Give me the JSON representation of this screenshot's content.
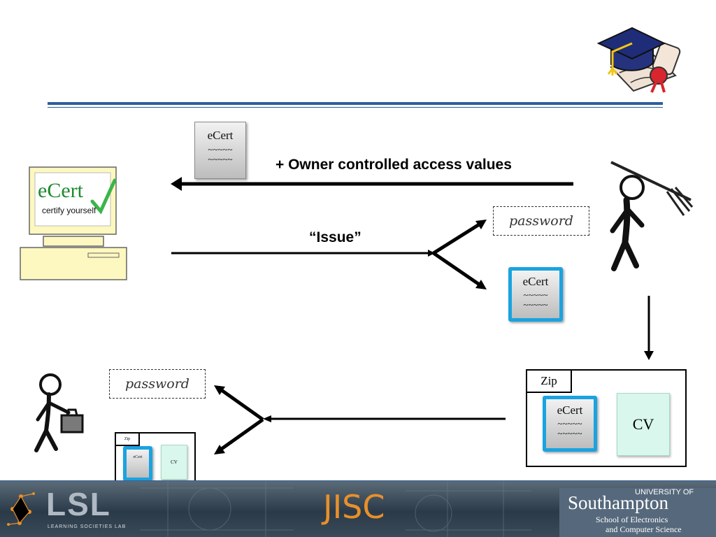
{
  "header": {
    "mortarboard_icon": "graduation-cap-diploma"
  },
  "server": {
    "logo_title": "eCert",
    "logo_tagline": "certify yourself"
  },
  "top_cert": {
    "title": "eCert",
    "line1": "~~~~~",
    "line2": "~~~~~"
  },
  "arrow_labels": {
    "owner_access": "+ Owner controlled access values",
    "issue": "“Issue”"
  },
  "issued": {
    "password": "password",
    "cert": {
      "title": "eCert",
      "line1": "~~~~~",
      "line2": "~~~~~"
    }
  },
  "zip_large": {
    "tab": "Zip",
    "cert": {
      "title": "eCert",
      "line1": "~~~~~",
      "line2": "~~~~~"
    },
    "cv": "CV"
  },
  "receiver": {
    "password": "password",
    "zip_small": {
      "tab": "Zip",
      "cert_title": "eCert",
      "cv": "CV"
    }
  },
  "footer": {
    "lsl_logo": "LSL",
    "lsl_sub": "LEARNING SOCIETIES LAB",
    "jisc_logo": "JISC",
    "uni_of": "UNIVERSITY OF",
    "uni_name": "Southampton",
    "school_line1": "School of Electronics",
    "school_line2": "and Computer Science"
  },
  "colors": {
    "rule": "#2d5f9a",
    "cert_border": "#1aa3e0",
    "ecert_green": "#1f8a2e",
    "footer_bg": "#3a4a58",
    "jisc_orange": "#e8902a"
  }
}
